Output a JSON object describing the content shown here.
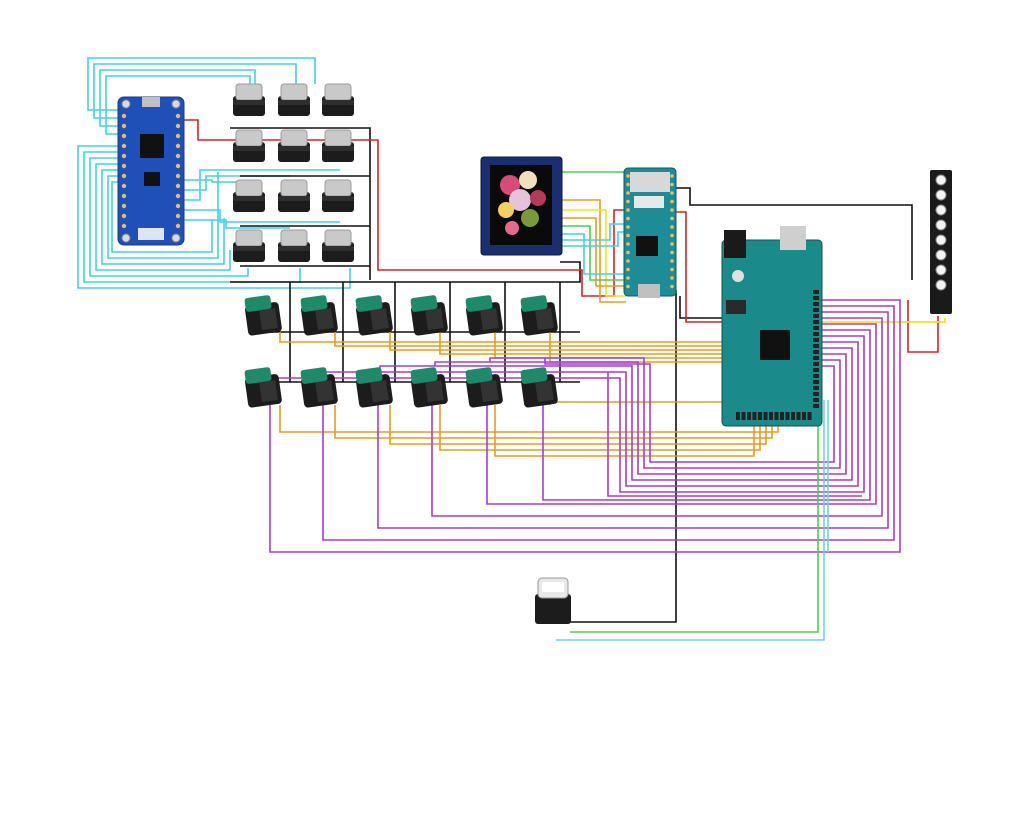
{
  "diagram": {
    "background": "#ffffff",
    "wire_colors": {
      "cyan": "#3fd4e8",
      "black": "#111111",
      "red": "#e02020",
      "orange": "#ee9a1a",
      "purple": "#a33be0",
      "yellow": "#f2e21e",
      "green": "#4cd04c",
      "light_blue": "#6fd0f0"
    },
    "board_colors": {
      "blue_board": "#1f4fb8",
      "teal_board": "#1b8a8a",
      "nano_board": "#1e8c96",
      "strip": "#1a1a1a",
      "green_cap": "#1e8a6a",
      "gray_cap": "#c9c9c9",
      "switch_body": "#1c1c1c"
    },
    "components": {
      "microcontroller_left": {
        "name": "microcontroller-board-left",
        "icon": "blue-microcontroller-icon"
      },
      "tft_display": {
        "name": "tft-display",
        "icon": "display-screen-icon"
      },
      "nano_board": {
        "name": "nano-board",
        "icon": "nano-board-icon"
      },
      "mega_board": {
        "name": "mega-board",
        "icon": "mega-board-icon"
      },
      "led_strip": {
        "name": "led-strip",
        "icon": "led-strip-icon"
      },
      "gray_switches": {
        "count": 12,
        "icon": "gray-key-switch-icon"
      },
      "green_switches": {
        "count": 12,
        "icon": "green-arcade-switch-icon"
      },
      "big_button": {
        "name": "large-push-button",
        "icon": "push-button-icon"
      }
    }
  }
}
